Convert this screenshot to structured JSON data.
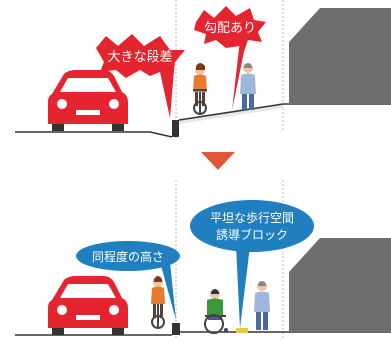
{
  "top": {
    "callout_step": "大きな段差",
    "callout_slope": "勾配あり"
  },
  "bottom": {
    "callout_height": "同程度の高さ",
    "callout_walkway_line1": "平坦な歩行空間",
    "callout_walkway_line2": "誘導ブロック"
  },
  "colors": {
    "red": "#e4242f",
    "blue": "#1f7fbf",
    "arrow": "#e2573a",
    "building": "#6e6e6e"
  }
}
